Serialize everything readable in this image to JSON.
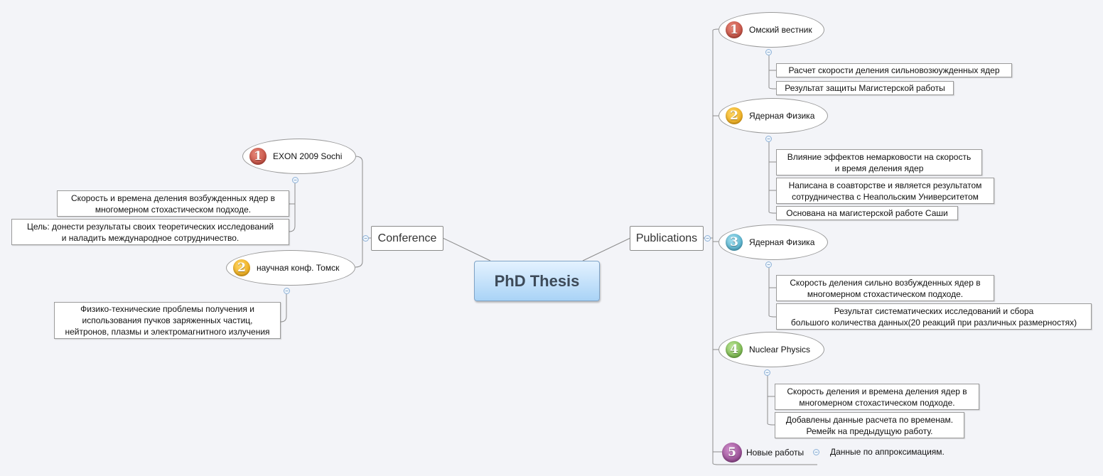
{
  "central": "PhD Thesis",
  "conference": {
    "label": "Conference",
    "topics": [
      {
        "number": "1",
        "color": "#c8473a",
        "label": "EXON 2009 Sochi",
        "notes": [
          "Скорость и времена деления возбужденных ядер в\nмногомерном стохастическом подходе.",
          "Цель: донести результаты своих теоретических исследований\nи наладить международное сотрудничество."
        ]
      },
      {
        "number": "2",
        "color": "#f0a800",
        "label": "научная конф. Томск",
        "notes": [
          "Физико-технические проблемы получения и\nиспользования пучков заряженных частиц,\nнейтронов, плазмы и электромагнитного излучения"
        ]
      }
    ]
  },
  "publications": {
    "label": "Publications",
    "topics": [
      {
        "number": "1",
        "color": "#c8473a",
        "label": "Омский вестник",
        "notes": [
          "Расчет скорости деления сильновозюужденных ядер",
          "Результат защиты Магистерской работы"
        ]
      },
      {
        "number": "2",
        "color": "#f0a800",
        "label": "Ядерная Физика",
        "notes": [
          "Влияние эффектов немарковости на скорость\nи время деления ядер",
          "Написана в соавторстве и является результатом\nсотрудничества с Неапольским Университетом",
          "Основана на магистерской работе Саши"
        ]
      },
      {
        "number": "3",
        "color": "#3fa8c8",
        "label": "Ядерная Физика",
        "notes": [
          "Скорость деления сильно возбужденных ядер в\nмногомерном стохастическом подходе.",
          "Результат систематических исследований и сбора\nбольшого количества данных(20 реакций при различных размерностях)"
        ]
      },
      {
        "number": "4",
        "color": "#6cb23a",
        "label": "Nuclear Physics",
        "notes": [
          "Скорость деления и времена деления ядер в\nмногомерном стохастическом подходе.",
          "Добавлены данные расчета по временам.\nРемейк на предыдущую работу."
        ]
      },
      {
        "number": "5",
        "color": "#8a3a86",
        "label": "Новые работы",
        "notes": [
          "Данные по аппроксимациям."
        ]
      }
    ]
  },
  "collapse_symbol": "−"
}
